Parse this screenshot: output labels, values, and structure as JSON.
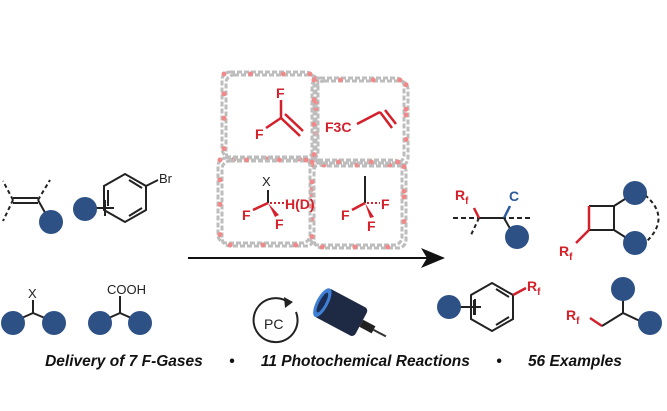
{
  "reactants": {
    "aryl_bromide_label": "Br",
    "halide_label": "X",
    "acid_label": "COOH"
  },
  "mof_gases": {
    "gas1": {
      "f1": "F",
      "f2": "F"
    },
    "gas2": {
      "label": "F3C"
    },
    "gas3": {
      "x": "X",
      "h": "H(D)",
      "f1": "F",
      "f2": "F"
    },
    "gas4": {
      "f1": "F",
      "f2": "F",
      "f3": "F"
    }
  },
  "conditions": {
    "catalyst": "PC"
  },
  "products": {
    "rf": "R",
    "rf_sub": "f",
    "carbon_label": "C"
  },
  "caption": {
    "part1": "Delivery of 7 F-Gases",
    "part2": "11 Photochemical Reactions",
    "part3": "56 Examples",
    "separator": "•"
  },
  "colors": {
    "ball": "#2d5085",
    "red": "#d4202a",
    "blue": "#2d5a9a",
    "lattice": "#bdbdbd",
    "node": "#f08a8a"
  }
}
